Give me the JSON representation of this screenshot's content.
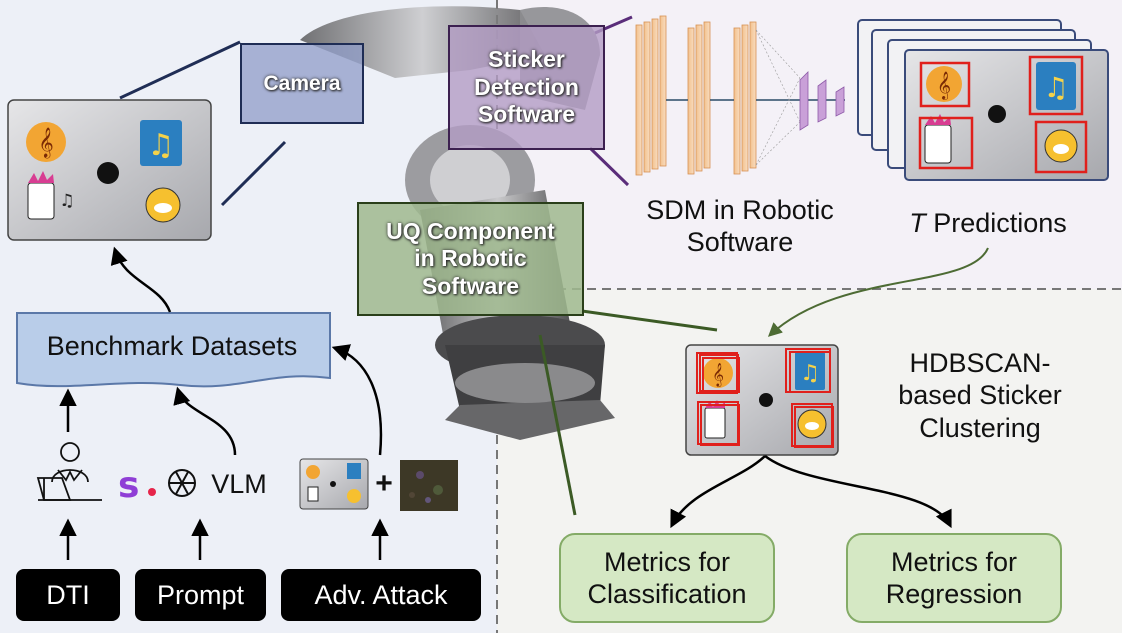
{
  "labels": {
    "camera": "Camera",
    "sticker_detection": [
      "Sticker",
      "Detection",
      "Software"
    ],
    "uq_component": [
      "UQ Component",
      "in Robotic",
      "Software"
    ],
    "sdm": [
      "SDM in Robotic",
      "Software"
    ],
    "t_predictions_var": "T",
    "t_predictions_rest": " Predictions",
    "hdbscan": [
      "HDBSCAN-",
      "based Sticker",
      "Clustering"
    ],
    "benchmark": "Benchmark Datasets",
    "vlm": "VLM",
    "s_logo": "s",
    "plus": "+",
    "dti": "DTI",
    "prompt": "Prompt",
    "adv_attack": "Adv. Attack",
    "metrics_classification": [
      "Metrics for",
      "Classification"
    ],
    "metrics_regression": [
      "Metrics for",
      "Regression"
    ]
  },
  "colors": {
    "left_panel_bg": "#edf0f7",
    "top_right_bg": "#f4f1f7",
    "bottom_right_bg": "#f3f3f1",
    "camera_box": "#8f9cc8",
    "sticker_box": "#b39cc4",
    "uq_box": "#9fb88e",
    "benchmark_box": "#b9cde9",
    "metric_box": "#d5e8c4",
    "detection_red": "#e0201c"
  },
  "icons": [
    "apple-logo-icon",
    "treble-clef-sticker-icon",
    "music-note-sticker-icon",
    "duck-sticker-icon",
    "robot-character-sticker-icon",
    "openai-logo-icon",
    "person-at-desk-icon",
    "robot-arm-illustration",
    "cnn-layers-icon"
  ]
}
